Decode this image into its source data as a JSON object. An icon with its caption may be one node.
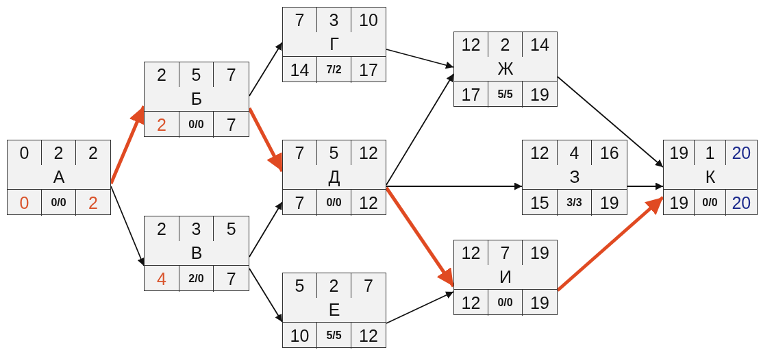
{
  "diagram": {
    "nodes": [
      {
        "text": [
          "0",
          "2",
          "2",
          "А",
          "0",
          "0/0",
          "2"
        ]
      },
      {
        "text": [
          "2",
          "5",
          "7",
          "Б",
          "2",
          "0/0",
          "7"
        ]
      },
      {
        "text": [
          "2",
          "3",
          "5",
          "В",
          "4",
          "2/0",
          "7"
        ]
      },
      {
        "text": [
          "7",
          "3",
          "10",
          "Г",
          "14",
          "7/2",
          "17"
        ]
      },
      {
        "text": [
          "7",
          "5",
          "12",
          "Д",
          "7",
          "0/0",
          "12"
        ]
      },
      {
        "text": [
          "5",
          "2",
          "7",
          "Е",
          "10",
          "5/5",
          "12"
        ]
      },
      {
        "text": [
          "12",
          "2",
          "14",
          "Ж",
          "17",
          "5/5",
          "19"
        ]
      },
      {
        "text": [
          "12",
          "4",
          "16",
          "З",
          "15",
          "3/3",
          "19"
        ]
      },
      {
        "text": [
          "12",
          "7",
          "19",
          "И",
          "12",
          "0/0",
          "19"
        ]
      },
      {
        "text": [
          "19",
          "1",
          "20",
          "К",
          "19",
          "0/0",
          "20"
        ]
      }
    ],
    "edges": [
      {
        "from": 0,
        "to": 1,
        "arrow": "to",
        "style": "thick",
        "color": "#e04a22"
      },
      {
        "from": 0,
        "to": 2,
        "arrow": "to"
      },
      {
        "from": 1,
        "to": 3,
        "arrow": "to"
      },
      {
        "from": 1,
        "to": 4,
        "arrow": "to",
        "style": "thick",
        "color": "#e04a22"
      },
      {
        "from": 2,
        "to": 4,
        "arrow": "to"
      },
      {
        "from": 2,
        "to": 5,
        "arrow": "to"
      },
      {
        "from": 3,
        "to": 6,
        "arrow": "to"
      },
      {
        "from": 4,
        "to": 6,
        "arrow": "to"
      },
      {
        "from": 4,
        "to": 7,
        "arrow": "to"
      },
      {
        "from": 4,
        "to": 8,
        "arrow": "to",
        "style": "thick",
        "color": "#e04a22"
      },
      {
        "from": 5,
        "to": 8,
        "arrow": "to"
      },
      {
        "from": 6,
        "to": 9,
        "arrow": "to"
      },
      {
        "from": 7,
        "to": 9,
        "arrow": "to"
      },
      {
        "from": 8,
        "to": 9,
        "arrow": "to",
        "style": "thick",
        "color": "#e04a22"
      }
    ]
  }
}
